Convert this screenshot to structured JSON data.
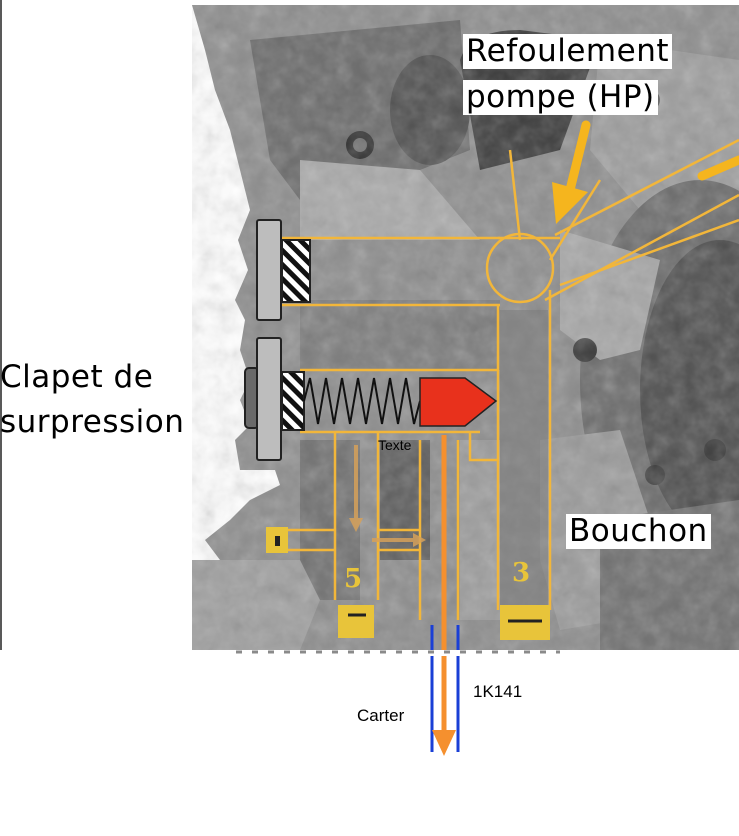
{
  "labels": {
    "refoulement_line1": "Refoulement",
    "refoulement_line2": "pompe  (HP)",
    "clapet_line1": "Clapet de",
    "clapet_line2": "surpression",
    "bouchon": "Bouchon",
    "texte": "Texte",
    "carter": "Carter",
    "code": "1K141",
    "marker_5": "5",
    "marker_3": "3"
  },
  "colors": {
    "photo_dark": "#5c5c5c",
    "photo_mid": "#8a8a8a",
    "photo_light": "#b8b8b8",
    "conduit_outline": "#f2b63a",
    "valve_red": "#e8311c",
    "marker_yellow": "#e8c43a",
    "flow_orange": "#f5902e",
    "flow_faded": "#d6a15a",
    "pipe_blue": "#1a3fd6",
    "arrow_yellow": "#f5b51e",
    "plug_gray": "#bdbdbd"
  }
}
